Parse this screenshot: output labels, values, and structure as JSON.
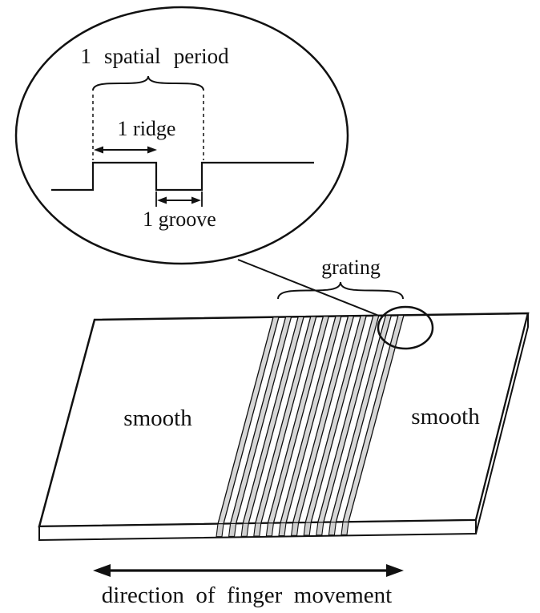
{
  "colors": {
    "line": "#111111",
    "stripe_fill": "#d6d6d6",
    "background": "#ffffff"
  },
  "inset": {
    "spatial_period_label": "1 spatial period",
    "ridge_label": "1 ridge",
    "groove_label": "1 groove"
  },
  "plate": {
    "grating_label": "grating",
    "smooth_left_label": "smooth",
    "smooth_right_label": "smooth"
  },
  "footer": {
    "direction_label": "direction of finger movement"
  }
}
